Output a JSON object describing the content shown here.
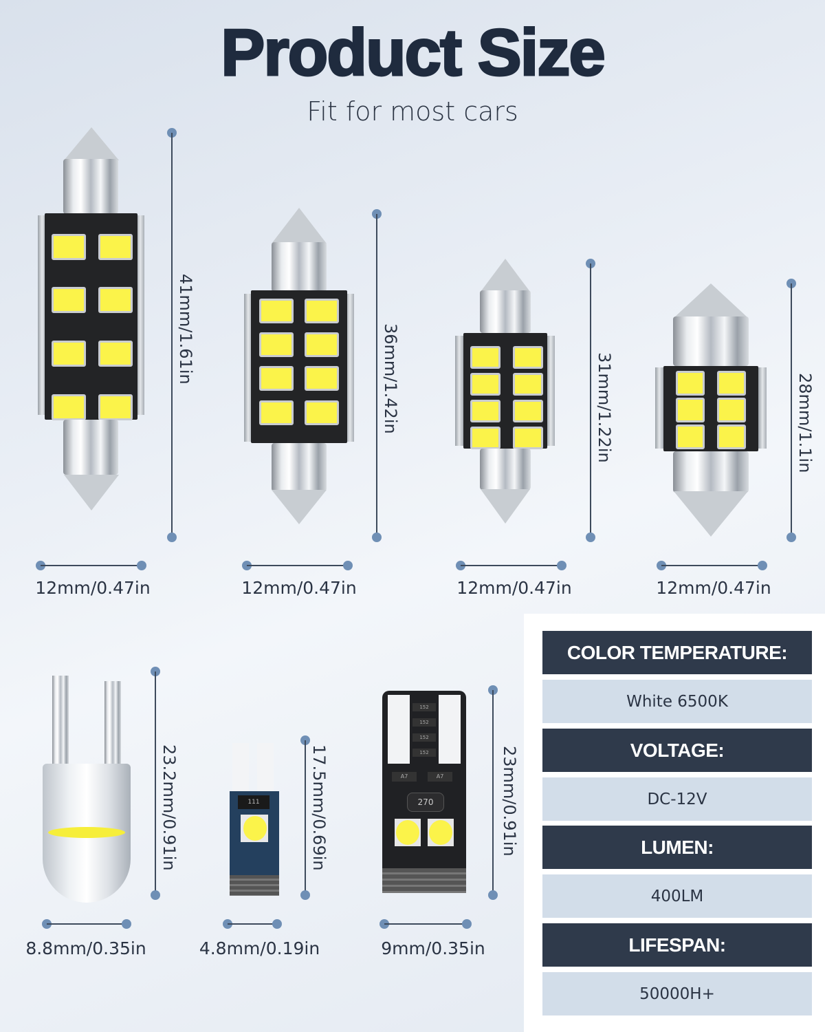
{
  "header": {
    "title": "Product Size",
    "subtitle": "Fit for most cars"
  },
  "bulbs": [
    {
      "type": "festoon",
      "leds": 8,
      "length": "41mm/1.61in",
      "width": "12mm/0.47in"
    },
    {
      "type": "festoon",
      "leds": 8,
      "length": "36mm/1.42in",
      "width": "12mm/0.47in"
    },
    {
      "type": "festoon",
      "leds": 8,
      "length": "31mm/1.22in",
      "width": "12mm/0.47in"
    },
    {
      "type": "festoon",
      "leds": 6,
      "length": "28mm/1.1in",
      "width": "12mm/0.47in"
    },
    {
      "type": "g4-capsule",
      "length": "23.2mm/0.91in",
      "width": "8.8mm/0.35in"
    },
    {
      "type": "t5-wedge",
      "length": "17.5mm/0.69in",
      "width": "4.8mm/0.19in",
      "chip_label": "111"
    },
    {
      "type": "t10-wedge",
      "length": "23mm/0.91in",
      "width": "9mm/0.35in",
      "resistor_labels": [
        "152",
        "152",
        "152",
        "152"
      ],
      "diode_labels": [
        "A7",
        "A7"
      ],
      "main_resistor": "270"
    }
  ],
  "specs": [
    {
      "label": "COLOR TEMPERATURE:",
      "value": "White 6500K"
    },
    {
      "label": "VOLTAGE:",
      "value": "DC-12V"
    },
    {
      "label": "LUMEN:",
      "value": "400LM"
    },
    {
      "label": "LIFESPAN:",
      "value": "50000H+"
    }
  ],
  "colors": {
    "title": "#1f2b3e",
    "dimension_dot": "#6f8fb5",
    "spec_header_bg": "#2f3a4b",
    "spec_value_bg": "#d2dde9",
    "led_yellow": "#fbf34a"
  }
}
